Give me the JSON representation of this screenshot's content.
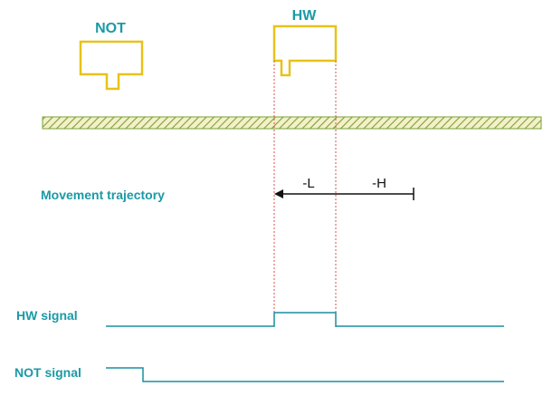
{
  "sensors": {
    "not_label": "NOT",
    "hw_label": "HW"
  },
  "trajectory": {
    "label": "Movement trajectory",
    "low_speed_label": "-L",
    "high_speed_label": "-H"
  },
  "signals": {
    "hw_label": "HW signal",
    "not_label": "NOT signal"
  },
  "colors": {
    "sensor_outline": "#e8c21a",
    "rail_hatch": "#7aa23a",
    "rail_fill": "#f4f0c8",
    "signal_line": "#1a8fa0",
    "label_text": "#1a9aa6",
    "guide_line": "#d9534f"
  }
}
